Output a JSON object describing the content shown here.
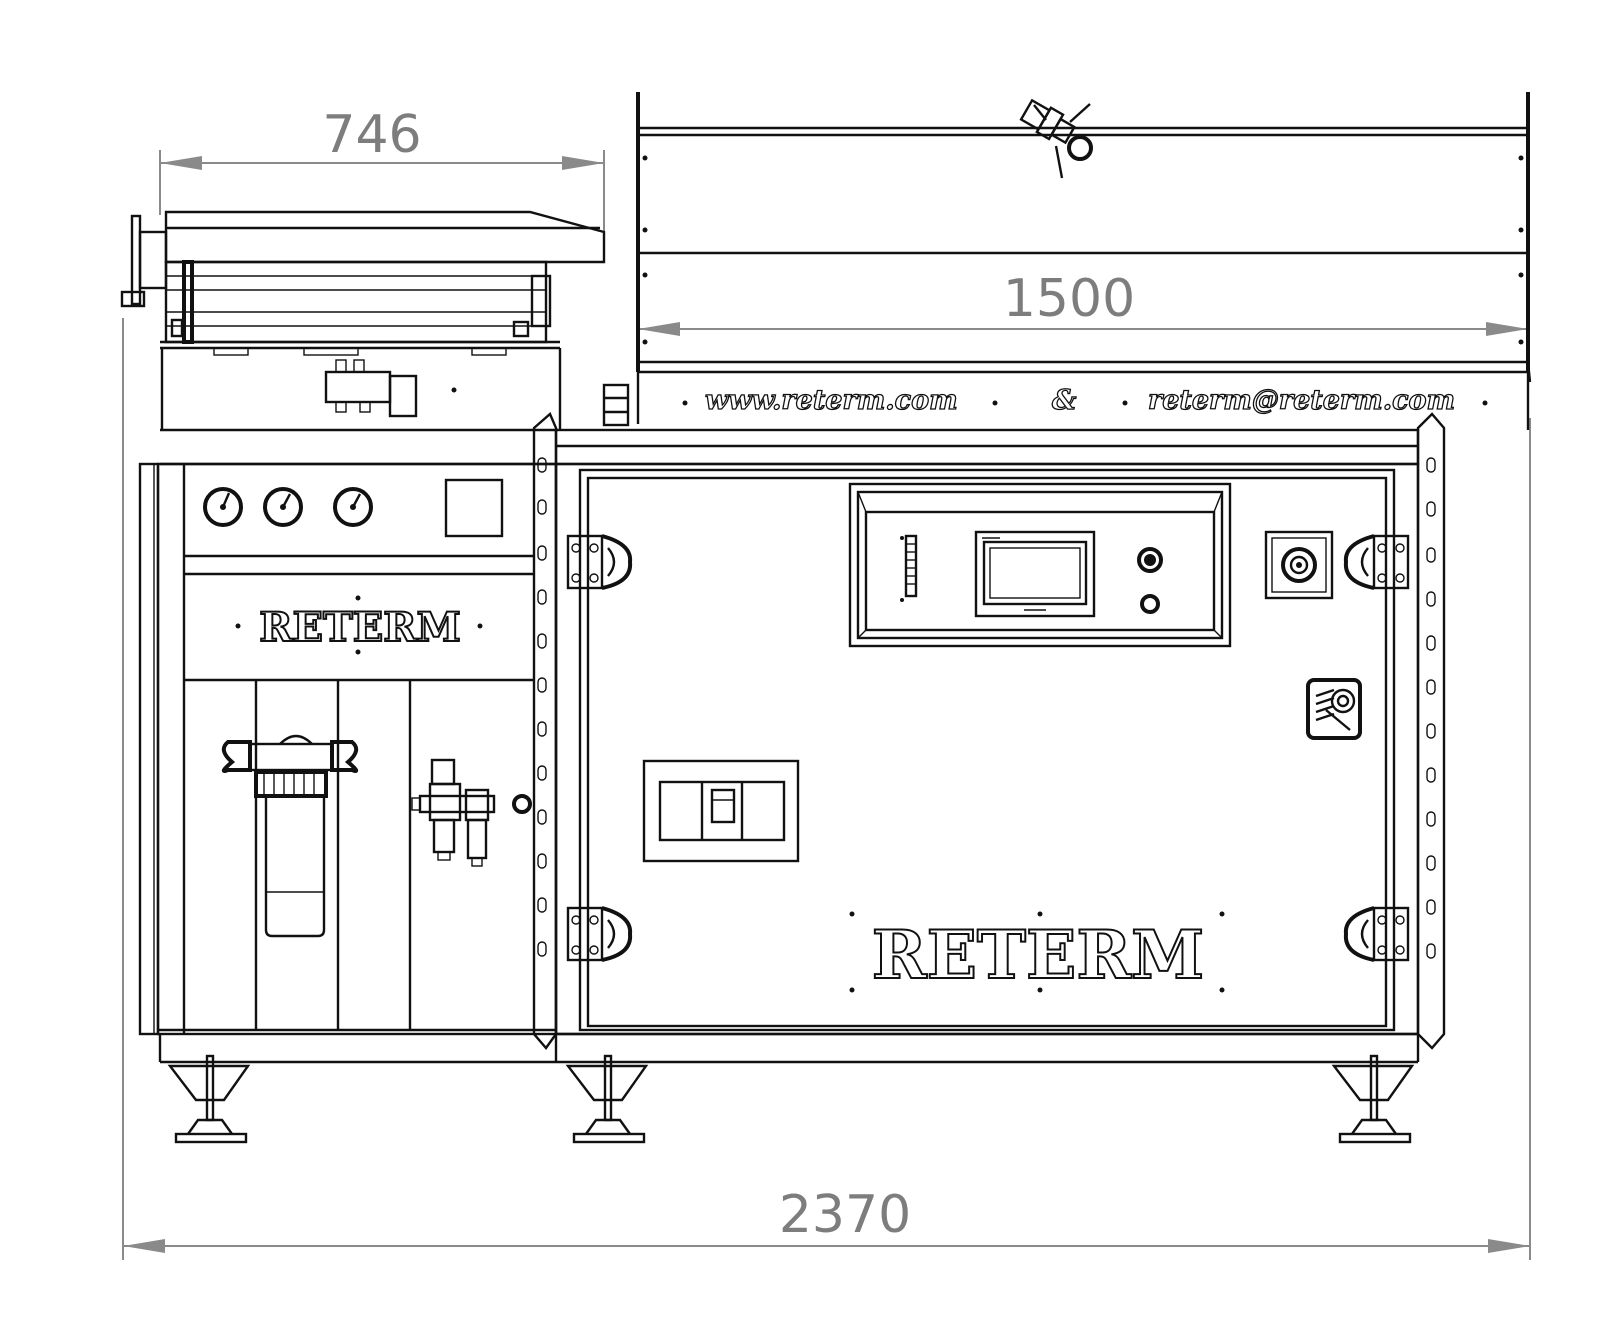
{
  "dimensions": {
    "top_left_width": "746",
    "top_right_width": "1500",
    "total_width": "2370"
  },
  "branding": {
    "website": "www.reterm.com",
    "separator": "&",
    "email": "reterm@reterm.com",
    "side_panel_logo": "RETERM",
    "main_door_logo": "RETERM"
  },
  "icons": [
    "pressure-gauge-icon",
    "maintenance-tools-icon",
    "emergency-stop-icon"
  ]
}
